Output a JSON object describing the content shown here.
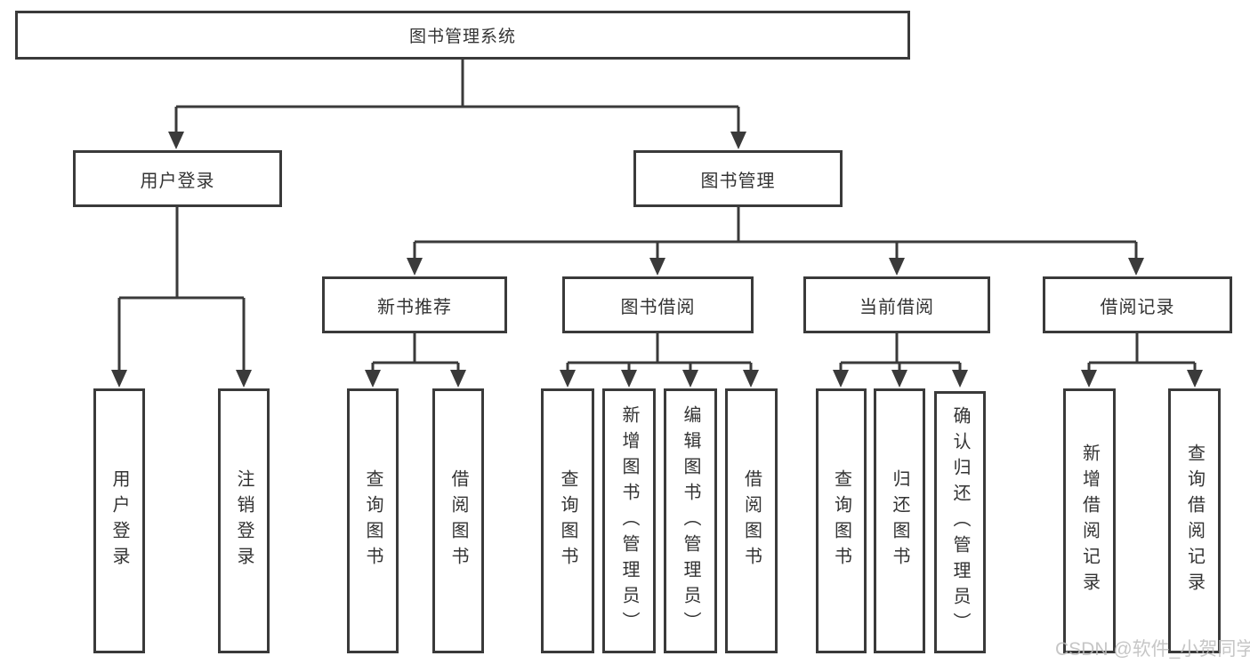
{
  "tree": {
    "label": "图书管理系统",
    "children": [
      {
        "label": "用户登录",
        "children": [
          {
            "label": "用户登录"
          },
          {
            "label": "注销登录"
          }
        ]
      },
      {
        "label": "图书管理",
        "children": [
          {
            "label": "新书推荐",
            "children": [
              {
                "label": "查询图书"
              },
              {
                "label": "借阅图书"
              }
            ]
          },
          {
            "label": "图书借阅",
            "children": [
              {
                "label": "查询图书"
              },
              {
                "label": "新增图书（管理员）"
              },
              {
                "label": "编辑图书（管理员）"
              },
              {
                "label": "借阅图书"
              }
            ]
          },
          {
            "label": "当前借阅",
            "children": [
              {
                "label": "查询图书"
              },
              {
                "label": "归还图书"
              },
              {
                "label": "确认归还（管理员）"
              }
            ]
          },
          {
            "label": "借阅记录",
            "children": [
              {
                "label": "新增借阅记录"
              },
              {
                "label": "查询借阅记录"
              }
            ]
          }
        ]
      }
    ]
  },
  "watermark": {
    "text": "CSDN @软件_小贺同学"
  },
  "colors": {
    "line": "#3a3a3a",
    "text": "#333333",
    "watermark": "#bdbdbd",
    "background": "#ffffff",
    "box_fill": "#ffffff"
  }
}
